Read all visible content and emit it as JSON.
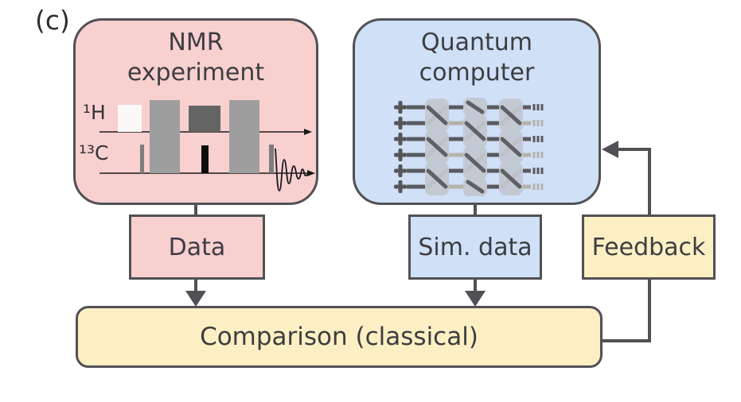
{
  "figure_label": "(c)",
  "nmr": {
    "title_line1": "NMR",
    "title_line2": "experiment",
    "channel_h_label": "¹H",
    "channel_c_label": "¹³C"
  },
  "quantum": {
    "title_line1": "Quantum",
    "title_line2": "computer"
  },
  "flow_boxes": {
    "data_label": "Data",
    "sim_data_label": "Sim. data",
    "feedback_label": "Feedback",
    "comparison_label": "Comparison (classical)"
  },
  "icons": {
    "pulse_sequence": "nmr-pulse-sequence-diagram",
    "quantum_circuit": "quantum-circuit-diagram"
  },
  "colors": {
    "pink_fill": "#f8d0d0",
    "blue_fill": "#cfe0f7",
    "yellow_fill": "#fcefc4",
    "outline": "#515155",
    "text": "#3d3d40"
  }
}
